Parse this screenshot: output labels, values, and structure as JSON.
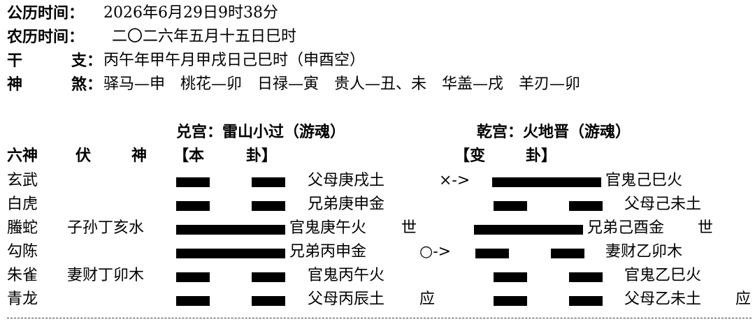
{
  "header": {
    "solar_label": "公历时间：",
    "solar_value": "2026年6月29日9时38分",
    "lunar_label": "农历时间：",
    "lunar_value": "二〇二六年五月十五日巳时",
    "ganzhi_label_1": "干",
    "ganzhi_label_2": "支：",
    "ganzhi_value": "丙午年甲午月甲戌日己巳时（申酉空）",
    "shensha_label_1": "神",
    "shensha_label_2": "煞：",
    "shensha_value": "驿马—申　桃花—卯　日禄—寅　贵人—丑、未　华盖—戌　羊刃—卯"
  },
  "gua": {
    "ben_title": "兑宫：雷山小过（游魂）",
    "bian_title": "乾宫：火地晋（游魂）",
    "col_liushen": "六神",
    "col_fushen_1": "伏",
    "col_fushen_2": "神",
    "ben_header_1": "【本",
    "ben_header_2": "卦】",
    "bian_header_1": "【变",
    "bian_header_2": "卦】"
  },
  "rows": [
    {
      "shen": "玄武",
      "fu": "",
      "ben": "yin",
      "ben_label": "父母庚戌土",
      "ben_mark": "",
      "change": "×->",
      "bian": "yang",
      "bian_label": "官鬼己巳火",
      "bian_mark": ""
    },
    {
      "shen": "白虎",
      "fu": "",
      "ben": "yin",
      "ben_label": "兄弟庚申金",
      "ben_mark": "",
      "change": "",
      "bian": "yin",
      "bian_label": "父母己未土",
      "bian_mark": ""
    },
    {
      "shen": "螣蛇",
      "fu": "子孙丁亥水",
      "ben": "yang",
      "ben_label": "官鬼庚午火",
      "ben_mark": "世",
      "change": "",
      "bian": "yang",
      "bian_label": "兄弟己酉金",
      "bian_mark": "世"
    },
    {
      "shen": "勾陈",
      "fu": "",
      "ben": "yang",
      "ben_label": "兄弟丙申金",
      "ben_mark": "",
      "change": "○->",
      "bian": "yin",
      "bian_label": "妻财乙卯木",
      "bian_mark": ""
    },
    {
      "shen": "朱雀",
      "fu": "妻财丁卯木",
      "ben": "yin",
      "ben_label": "官鬼丙午火",
      "ben_mark": "",
      "change": "",
      "bian": "yin",
      "bian_label": "官鬼乙巳火",
      "bian_mark": ""
    },
    {
      "shen": "青龙",
      "fu": "",
      "ben": "yin",
      "ben_label": "父母丙辰土",
      "ben_mark": "应",
      "change": "",
      "bian": "yin",
      "bian_label": "父母乙未土",
      "bian_mark": "应"
    }
  ]
}
